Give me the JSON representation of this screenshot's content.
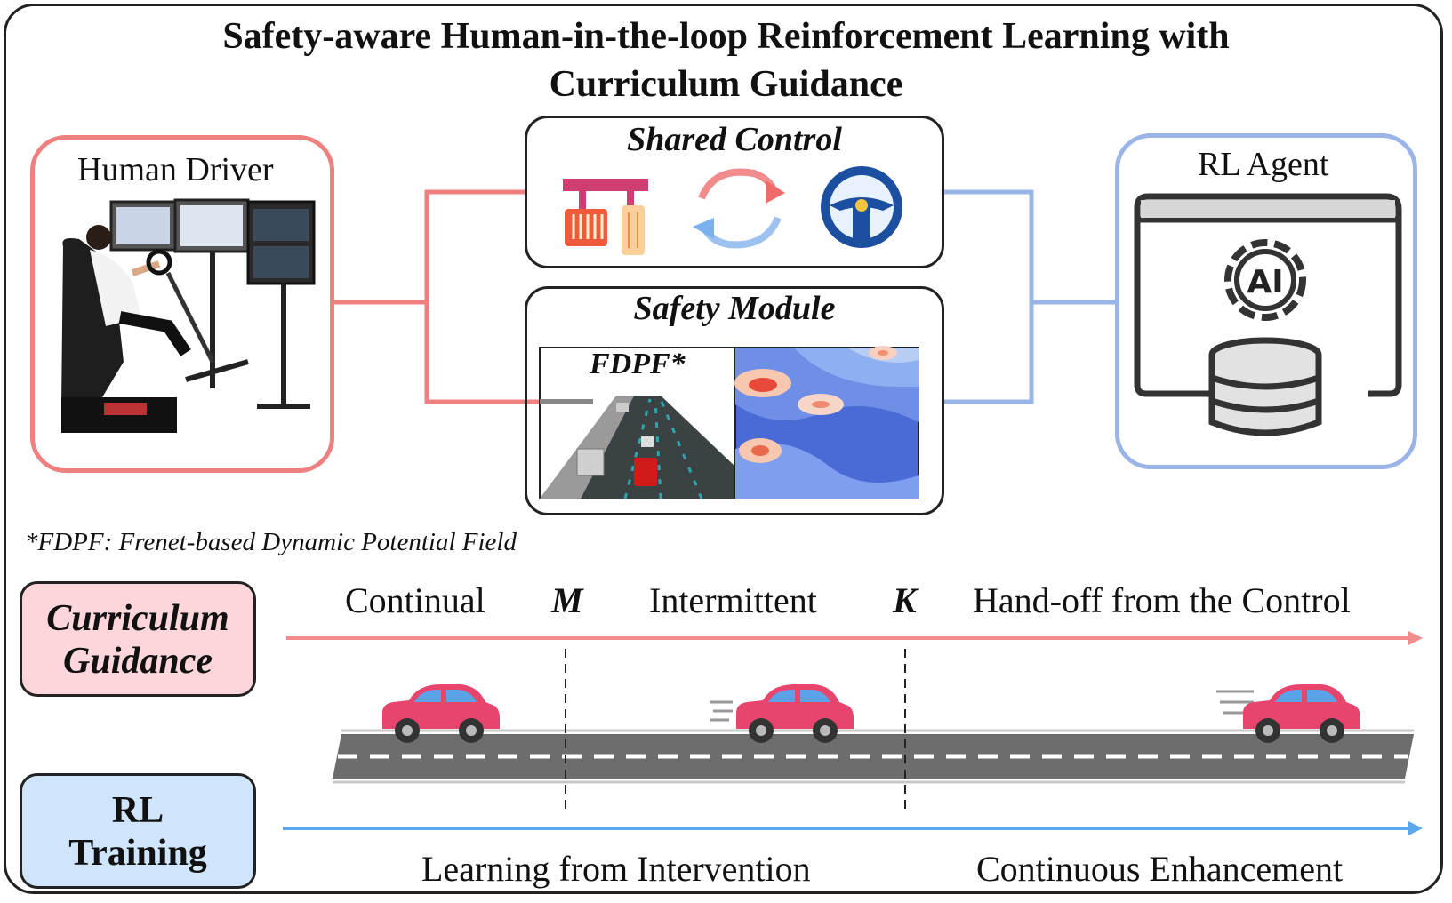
{
  "title": {
    "line1": "Safety-aware Human-in-the-loop Reinforcement Learning with",
    "line2": "Curriculum Guidance"
  },
  "human_driver": {
    "label": "Human Driver"
  },
  "rl_agent": {
    "label": "RL Agent",
    "ai_text": "AI"
  },
  "shared_control": {
    "label": "Shared Control"
  },
  "safety_module": {
    "label": "Safety Module",
    "fdpf_label": "FDPF*"
  },
  "footnote": "*FDPF: Frenet-based Dynamic Potential Field",
  "curriculum": {
    "label_line1": "Curriculum",
    "label_line2": "Guidance",
    "phases": [
      "Continual",
      "Intermittent",
      "Hand-off from the Control"
    ],
    "markers": [
      "M",
      "K"
    ]
  },
  "training": {
    "label_line1": "RL",
    "label_line2": "Training",
    "phases": [
      "Learning from Intervention",
      "Continuous Enhancement"
    ]
  },
  "colors": {
    "human": "#f08080",
    "agent": "#9bb4e8",
    "curriculum_fill": "#fcd6da",
    "training_fill": "#cfe5fb",
    "arrow_red": "#f28b8b",
    "arrow_blue": "#5aa8ee",
    "car_body": "#e8456e"
  },
  "icons": [
    "driving-simulator-photo",
    "pedal-icon",
    "cycle-arrows-icon",
    "steering-wheel-icon",
    "ai-gear-icon",
    "database-icon",
    "car-icon",
    "road-icon"
  ]
}
